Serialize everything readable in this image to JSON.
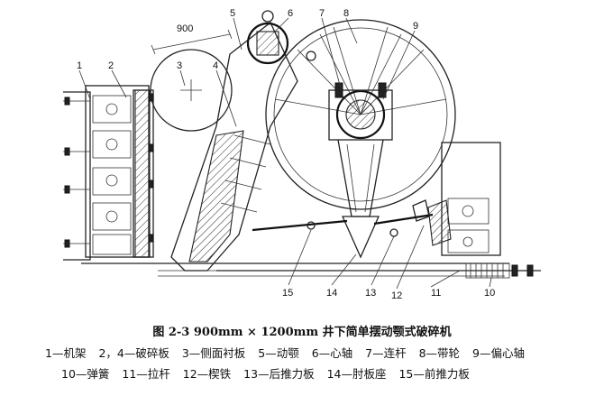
{
  "figure": {
    "dimension_label": "900",
    "part_numbers_top": [
      "5",
      "6",
      "7",
      "8",
      "9"
    ],
    "part_numbers_left": [
      "1",
      "2",
      "3",
      "4"
    ],
    "part_numbers_bottom": [
      "15",
      "14",
      "13",
      "12",
      "11",
      "10"
    ]
  },
  "caption": {
    "title": "图 2-3   900mm × 1200mm 井下简单摆动颚式破碎机",
    "legend_line_1": [
      "1—机架",
      "2，4—破碎板",
      "3—侧面衬板",
      "5—动颚",
      "6—心轴",
      "7—连杆",
      "8—带轮",
      "9—偏心轴"
    ],
    "legend_line_2": [
      "10—弹簧",
      "11—拉杆",
      "12—楔铁",
      "13—后推力板",
      "14—肘板座",
      "15—前推力板"
    ]
  }
}
